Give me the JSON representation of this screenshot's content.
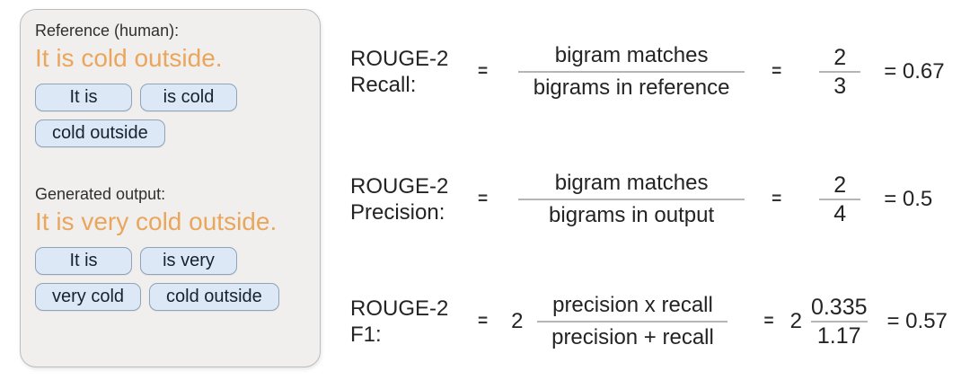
{
  "colors": {
    "accent_orange": "#e9a65c",
    "chip_bg": "#dce8f5",
    "chip_border": "#90a3b9",
    "panel_bg": "#f0efed",
    "panel_border": "#bdbdbd",
    "fraction_rule": "#b5b5b5"
  },
  "panel": {
    "reference_label": "Reference (human):",
    "reference_sentence": "It is cold outside.",
    "reference_bigrams": [
      "It is",
      "is cold",
      "cold outside"
    ],
    "generated_label": "Generated output:",
    "generated_sentence": "It is very cold outside.",
    "generated_bigrams": [
      "It is",
      "is very",
      "very cold",
      "cold outside"
    ]
  },
  "formulas": [
    {
      "metric": "ROUGE-2",
      "name": "Recall:",
      "equals": "=",
      "numerator": "bigram matches",
      "denominator": "bigrams in reference",
      "value_numerator": "2",
      "value_denominator": "3",
      "result": "= 0.67"
    },
    {
      "metric": "ROUGE-2",
      "name": "Precision:",
      "equals": "=",
      "numerator": "bigram matches",
      "denominator": "bigrams in output",
      "value_numerator": "2",
      "value_denominator": "4",
      "result": "= 0.5"
    },
    {
      "metric": "ROUGE-2",
      "name": "F1:",
      "equals": "=",
      "multiplier": "2",
      "numerator": "precision x recall",
      "denominator": "precision + recall",
      "value_numerator": "0.335",
      "value_denominator": "1.17",
      "result": "= 0.57"
    }
  ]
}
